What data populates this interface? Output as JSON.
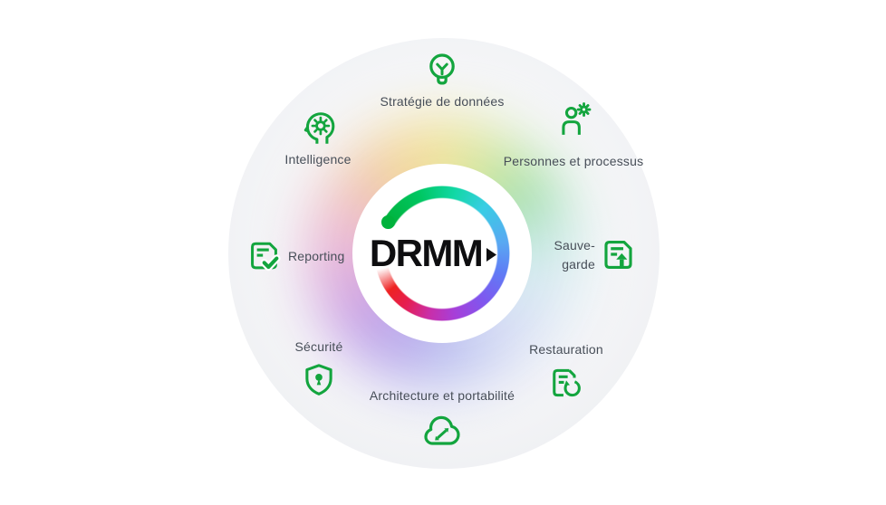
{
  "diagram": {
    "center": {
      "logo_text": "DRMM",
      "arrow_icon": "play-arrow-icon"
    },
    "items": [
      {
        "id": "strategy",
        "label": "Stratégie de données",
        "icon": "lightbulb-icon"
      },
      {
        "id": "people",
        "label": "Personnes et processus",
        "icon": "person-gear-icon"
      },
      {
        "id": "backup",
        "label": "Sauve-garde",
        "lines": [
          "Sauve-",
          "garde"
        ],
        "icon": "document-upload-arrow-icon"
      },
      {
        "id": "restore",
        "label": "Restauration",
        "icon": "document-refresh-icon"
      },
      {
        "id": "architecture",
        "label": "Architecture et portabilité",
        "icon": "cloud-transfer-arrows-icon"
      },
      {
        "id": "security",
        "label": "Sécurité",
        "icon": "shield-keyhole-icon"
      },
      {
        "id": "reporting",
        "label": "Reporting",
        "icon": "document-check-icon"
      },
      {
        "id": "intelligence",
        "label": "Intelligence",
        "icon": "head-gear-icon"
      }
    ],
    "colors": {
      "icon_green": "#13a53e",
      "label_text": "#474e58",
      "logo_text_color": "#0e0e10",
      "outer_disc": "#eef0f2",
      "hub": "#ffffff",
      "ring_gradient": [
        "#00b23c",
        "#00c763",
        "#12d8a6",
        "#38cde4",
        "#59a8f2",
        "#5f7cf5",
        "#7e58ef",
        "#a63fd9",
        "#c92ea8",
        "#e51e52",
        "#ee2222"
      ],
      "halo_gradient": [
        "#f2e393",
        "#97dba2",
        "#d7eaf2",
        "#bcc3f0",
        "#c79ae4",
        "#eebacc",
        "#f0c6a6"
      ]
    }
  }
}
